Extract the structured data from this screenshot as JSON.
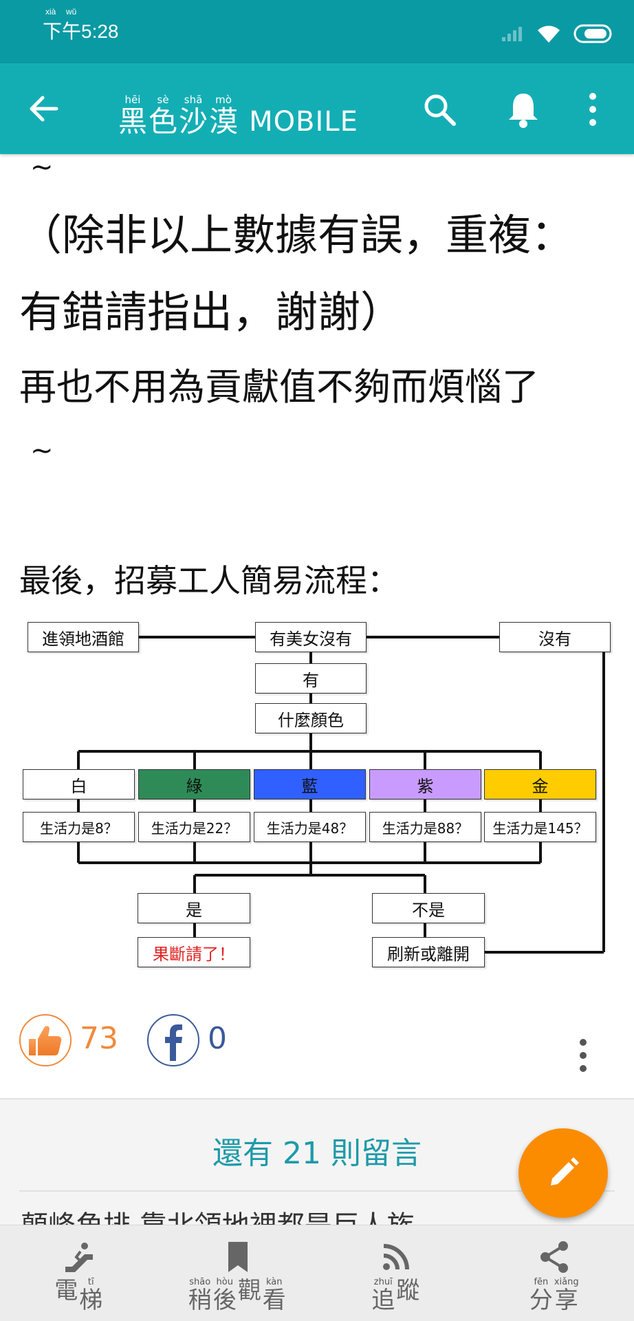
{
  "status_bar": {
    "time_pinyin": [
      "xià",
      "wǔ"
    ],
    "time": "下午5:28"
  },
  "app_bar": {
    "title_chars": [
      {
        "py": "hēi",
        "ch": "黑"
      },
      {
        "py": "sè",
        "ch": "色"
      },
      {
        "py": "shā",
        "ch": "沙"
      },
      {
        "py": "mò",
        "ch": "漠"
      }
    ],
    "title_suffix": "MOBILE"
  },
  "article": {
    "tilde_top": "~",
    "line1": "（除非以上數據有誤，重複：",
    "line2": "有錯請指出，謝謝）",
    "line3": "再也不用為貢獻值不夠而煩惱了",
    "tilde_bottom": "~",
    "flow_heading": "最後，招募工人簡易流程："
  },
  "flowchart": {
    "start": "進領地酒館",
    "question": "有美女沒有",
    "no": "沒有",
    "yes": "有",
    "color_q": "什麼顏色",
    "colors": [
      {
        "label": "白",
        "fill": "#ffffff",
        "vitality": "生活力是8？"
      },
      {
        "label": "綠",
        "fill": "#2e8b57",
        "vitality": "生活力是22？"
      },
      {
        "label": "藍",
        "fill": "#3060ff",
        "vitality": "生活力是48？"
      },
      {
        "label": "紫",
        "fill": "#c99bff",
        "vitality": "生活力是88？"
      },
      {
        "label": "金",
        "fill": "#ffcc00",
        "vitality": "生活力是145？"
      }
    ],
    "is": "是",
    "is_not": "不是",
    "decisive": "果斷請了！",
    "refresh": "刷新或離開"
  },
  "reactions": {
    "likes": "73",
    "shares": "0",
    "like_color": "#f08a3c",
    "fb_color": "#3a5a99"
  },
  "comments": {
    "more_label": "還有 21 則留言",
    "peek_text": "顛峰角排    靠北領地裡都是巨人族"
  },
  "bottom_nav": [
    {
      "icon": "escalator-icon",
      "ruby": [
        {
          "py": "tī",
          "ch": "電梯",
          "py_pos": 1
        }
      ]
    },
    {
      "icon": "bookmark-icon"
    },
    {
      "icon": "rss-icon"
    },
    {
      "icon": "share-icon"
    }
  ],
  "nav_labels": {
    "elevator": [
      {
        "py": "",
        "ch": "電"
      },
      {
        "py": "tī",
        "ch": "梯"
      }
    ],
    "later": [
      {
        "py": "shāo",
        "ch": "稍"
      },
      {
        "py": "hòu",
        "ch": "後"
      },
      {
        "py": "",
        "ch": "觀"
      },
      {
        "py": "kàn",
        "ch": "看"
      }
    ],
    "follow": [
      {
        "py": "zhuī",
        "ch": "追"
      },
      {
        "py": "",
        "ch": "蹤"
      }
    ],
    "share": [
      {
        "py": "fēn",
        "ch": "分"
      },
      {
        "py": "xiǎng",
        "ch": "享"
      }
    ]
  },
  "colors": {
    "status_bar": "#0a9aa3",
    "app_bar": "#13aeb4",
    "accent_link": "#1e9aa8",
    "fab": "#fb8c00"
  }
}
